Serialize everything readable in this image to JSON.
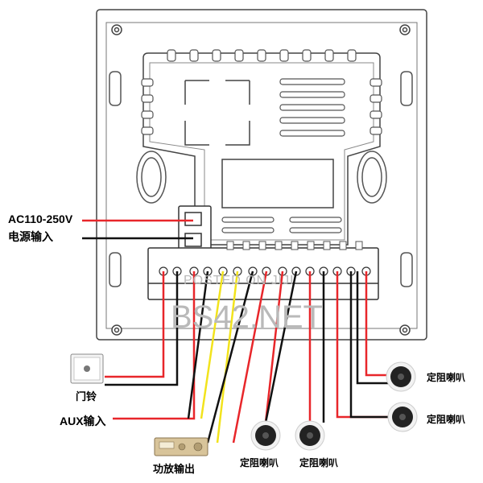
{
  "labels": {
    "power_voltage": "AC110-250V",
    "power_input": "电源输入",
    "doorbell": "门铃",
    "aux_input": "AUX输入",
    "amp_output": "功放输出",
    "speaker_bottom_left": "定阻喇叭",
    "speaker_bottom_mid": "定阻喇叭",
    "speaker_right_top": "定阻喇叭",
    "speaker_right_bottom": "定阻喇叭"
  },
  "watermark": {
    "small": "POSTED ON JIJI",
    "large": "BS42.NET"
  },
  "wire_colors": {
    "red": "#e8262a",
    "black": "#111111",
    "yellow": "#f2e31c"
  }
}
